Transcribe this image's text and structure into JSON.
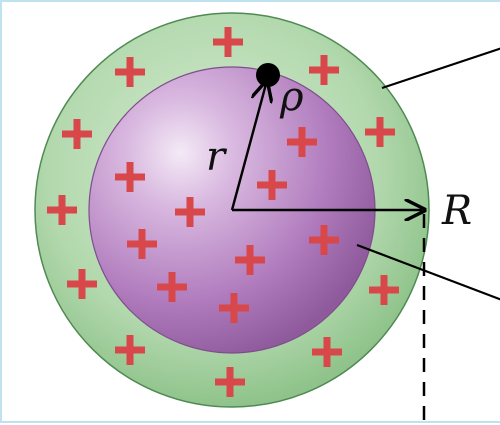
{
  "labels": {
    "small_r": "r",
    "rho": "ρ",
    "big_r": "R"
  },
  "plus_sign": "+",
  "colors": {
    "outer_shell": "#a9d3a4",
    "outer_shell_edge": "#4e8a52",
    "inner_sphere": "#b682c2",
    "inner_sphere_highlight": "#f3e8f6",
    "charge": "#d8474a",
    "line": "#000000",
    "frame_border": "#bfe3ee"
  }
}
